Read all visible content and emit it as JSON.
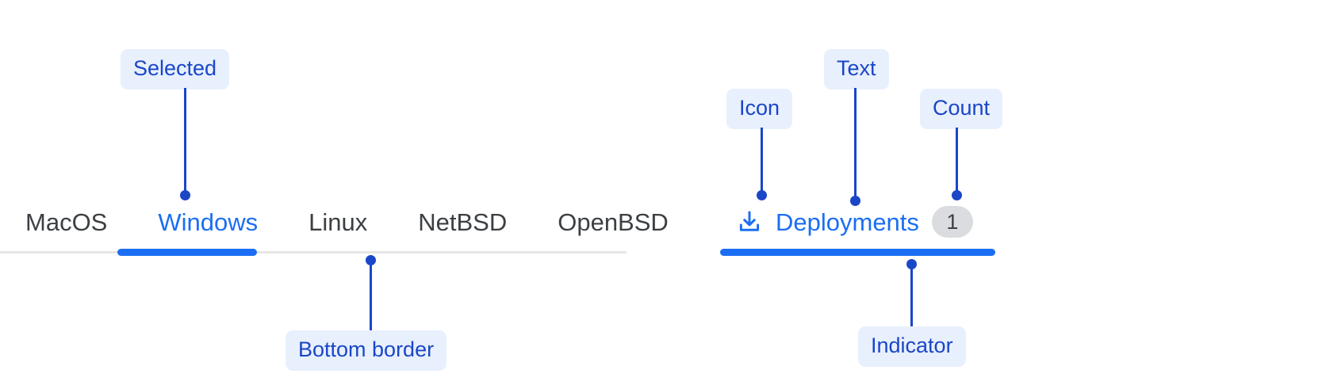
{
  "colors": {
    "accent_blue": "#1b6ef3",
    "annotation_blue": "#1a46c8",
    "annotation_pill_bg": "#e8f0fe",
    "tab_text": "#3c4043",
    "baseline_gray": "#e6e6e6",
    "badge_bg": "#dadce0",
    "background": "#ffffff"
  },
  "left_tabs": {
    "items": [
      {
        "label": "MacOS",
        "selected": false
      },
      {
        "label": "Windows",
        "selected": true
      },
      {
        "label": "Linux",
        "selected": false
      },
      {
        "label": "NetBSD",
        "selected": false
      },
      {
        "label": "OpenBSD",
        "selected": false
      }
    ],
    "annotations": [
      {
        "label": "Selected",
        "target": "selected-tab-label"
      },
      {
        "label": "Bottom border",
        "target": "tabs-baseline"
      }
    ]
  },
  "right_tab": {
    "icon": "download-icon",
    "label": "Deployments",
    "count": "1",
    "selected": true,
    "annotations": [
      {
        "label": "Icon",
        "target": "download-icon"
      },
      {
        "label": "Text",
        "target": "tab-label"
      },
      {
        "label": "Count",
        "target": "count-badge"
      },
      {
        "label": "Indicator",
        "target": "selection-indicator"
      }
    ]
  }
}
